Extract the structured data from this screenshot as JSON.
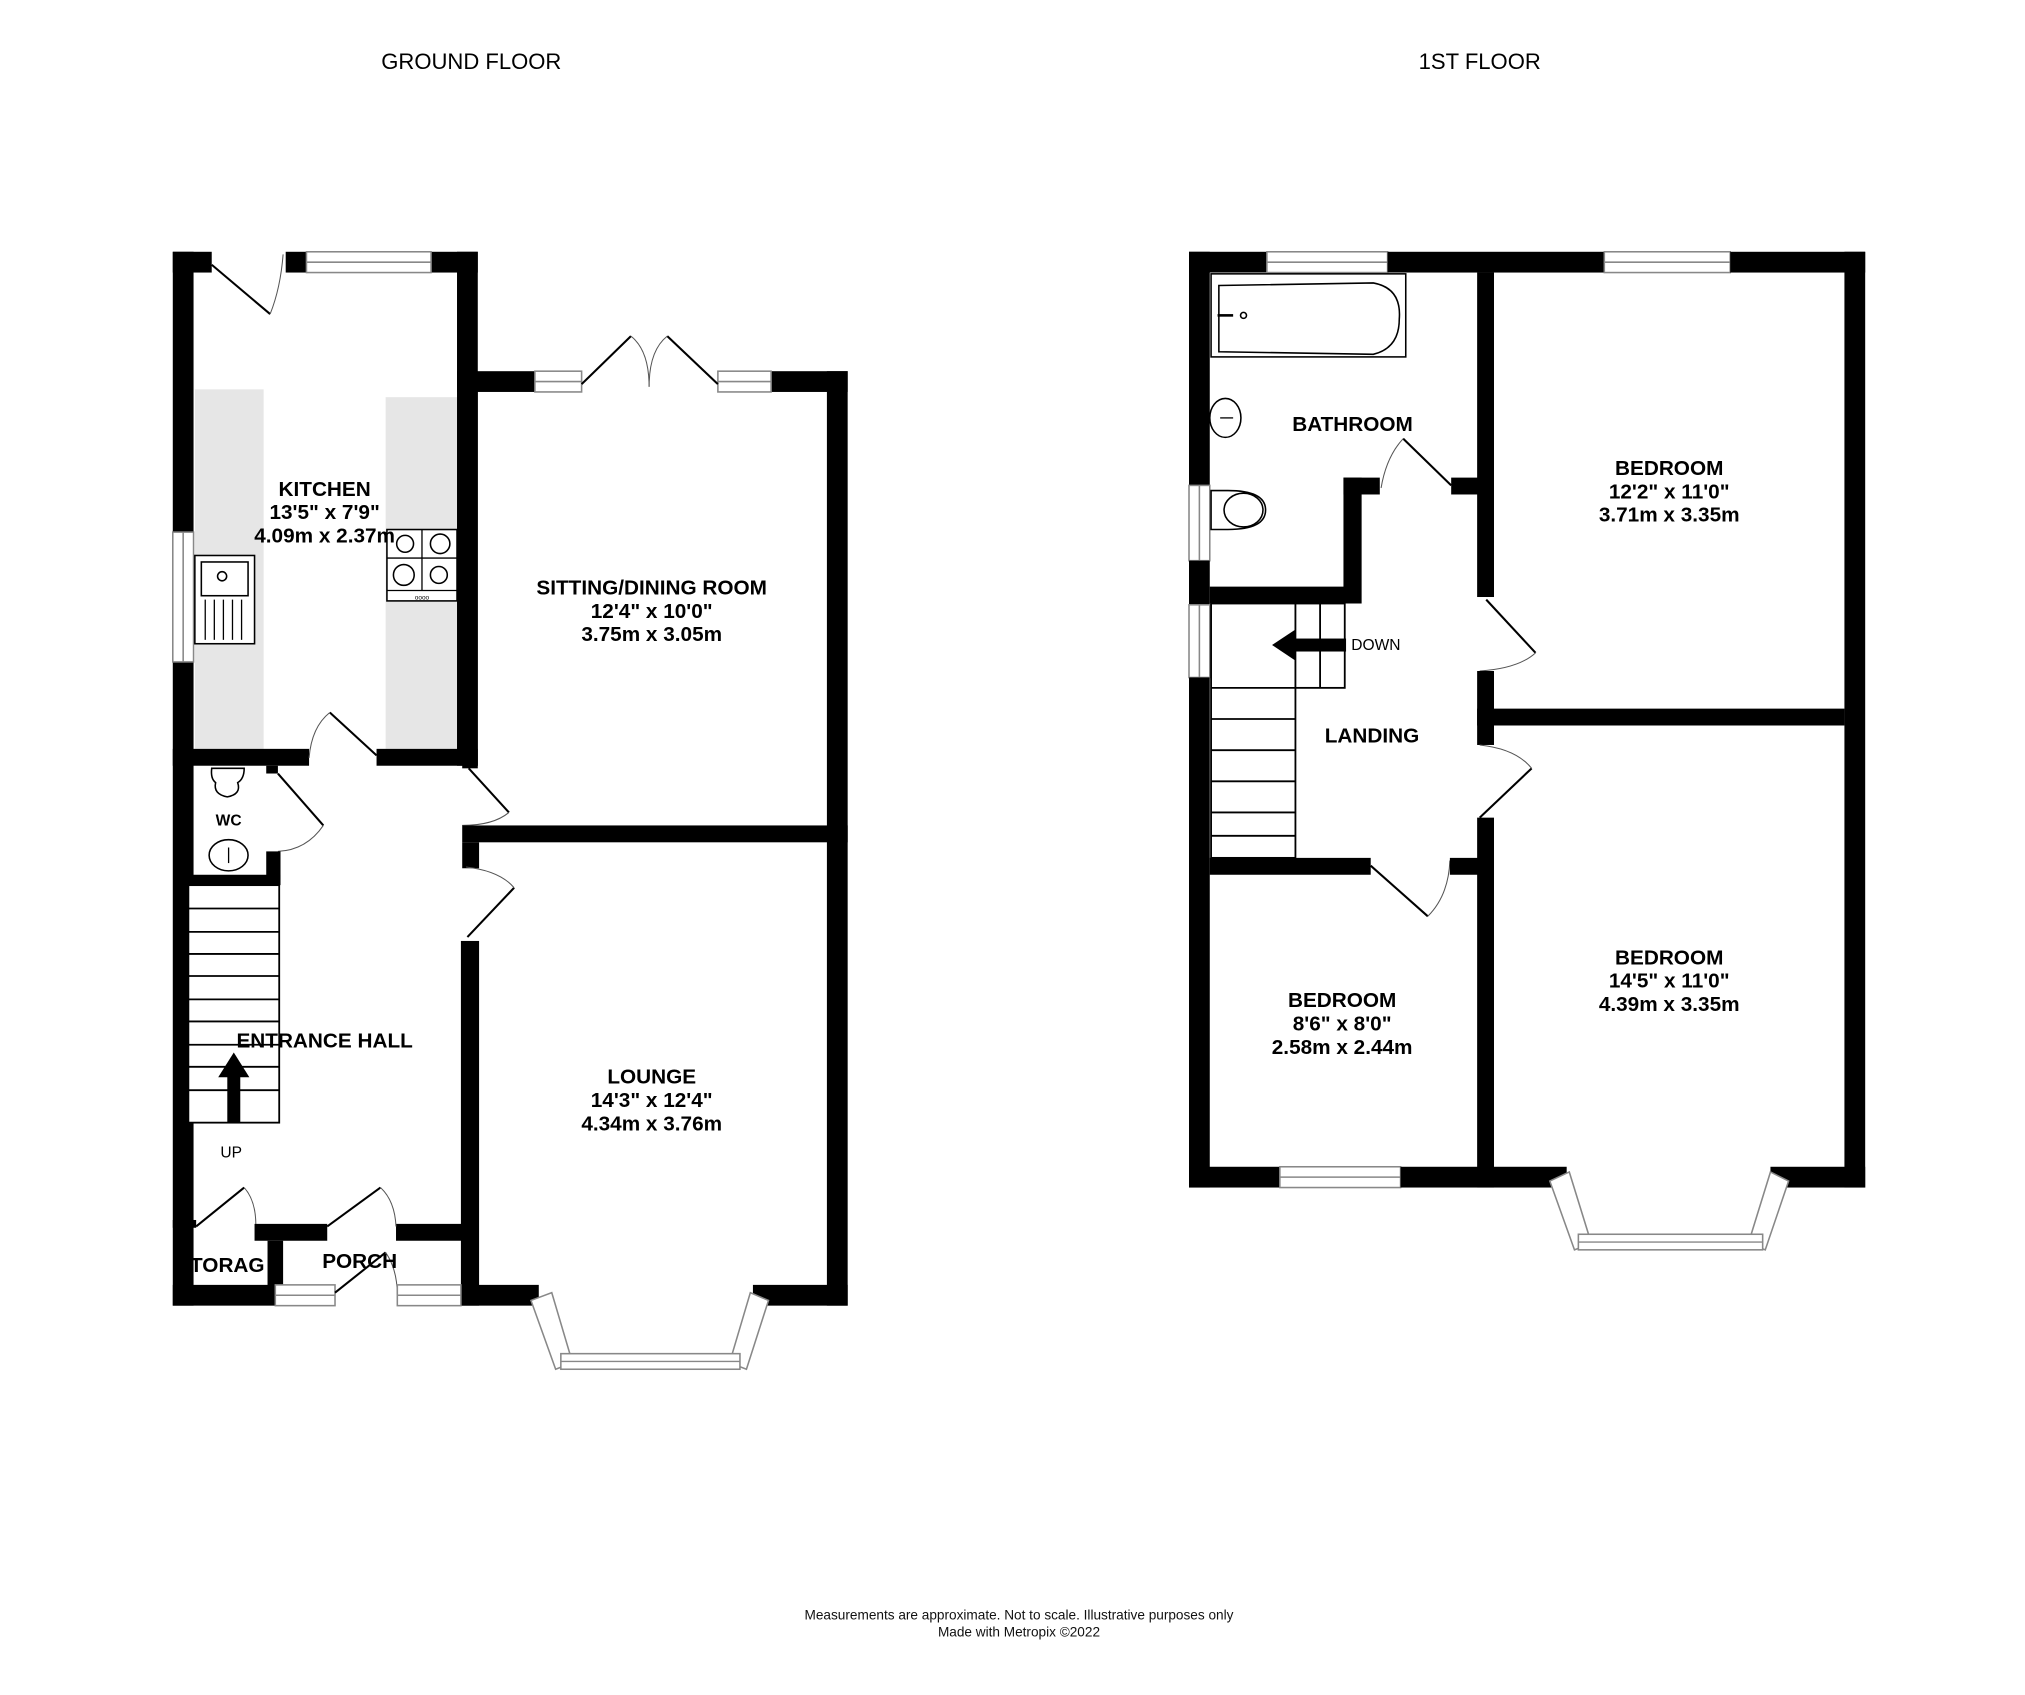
{
  "floors": {
    "ground": {
      "title": "GROUND FLOOR",
      "rooms": {
        "kitchen": {
          "name": "KITCHEN",
          "dim_imperial": "13'5\"  x 7'9\"",
          "dim_metric": "4.09m  x 2.37m"
        },
        "sitting_dining": {
          "name": "SITTING/DINING ROOM",
          "dim_imperial": "12'4\"  x 10'0\"",
          "dim_metric": "3.75m  x 3.05m"
        },
        "wc": {
          "name": "WC"
        },
        "entrance_hall": {
          "name": "ENTRANCE HALL"
        },
        "lounge": {
          "name": "LOUNGE",
          "dim_imperial": "14'3\"  x 12'4\"",
          "dim_metric": "4.34m  x 3.76m"
        },
        "storage": {
          "name": "TORAG"
        },
        "porch": {
          "name": "PORCH"
        }
      },
      "stairs_label": "UP"
    },
    "first": {
      "title": "1ST FLOOR",
      "rooms": {
        "bathroom": {
          "name": "BATHROOM"
        },
        "bedroom_rear": {
          "name": "BEDROOM",
          "dim_imperial": "12'2\"  x 11'0\"",
          "dim_metric": "3.71m  x 3.35m"
        },
        "landing": {
          "name": "LANDING"
        },
        "bedroom_small": {
          "name": "BEDROOM",
          "dim_imperial": "8'6\"  x 8'0\"",
          "dim_metric": "2.58m  x 2.44m"
        },
        "bedroom_front": {
          "name": "BEDROOM",
          "dim_imperial": "14'5\"  x 11'0\"",
          "dim_metric": "4.39m  x 3.35m"
        }
      },
      "stairs_label": "DOWN"
    }
  },
  "footer": {
    "disclaimer": "Measurements are approximate.  Not to scale.  Illustrative purposes only",
    "credit": "Made with Metropix ©2022"
  },
  "colors": {
    "wall": "#000000",
    "counter": "#e6e6e6",
    "window_frame": "#888888",
    "background": "#ffffff"
  }
}
